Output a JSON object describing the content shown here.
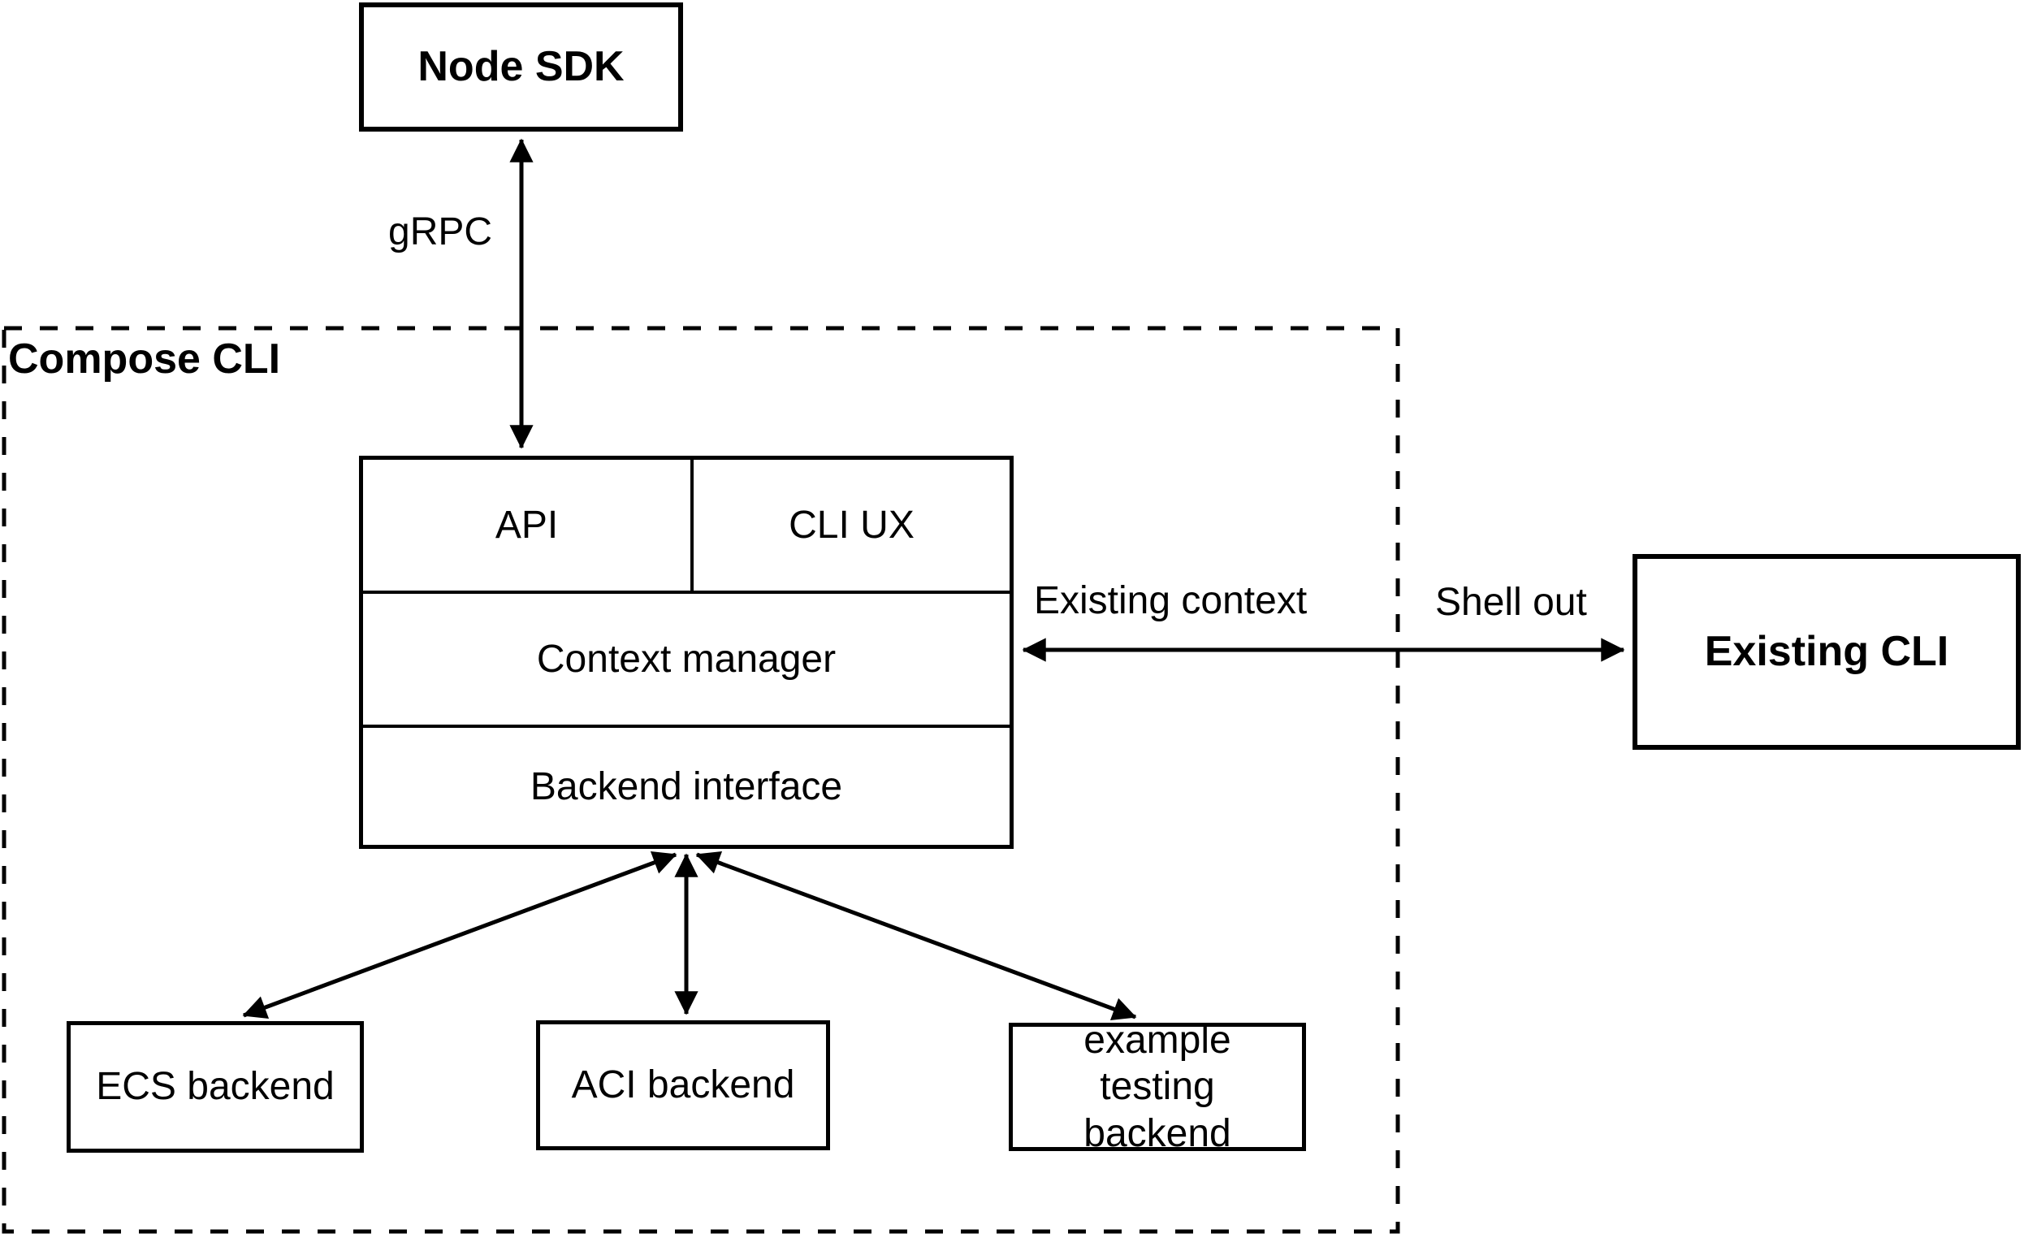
{
  "diagram": {
    "title": "Compose CLI architecture diagram",
    "container": {
      "label": "Compose CLI"
    },
    "nodes": {
      "node_sdk": {
        "label": "Node SDK"
      },
      "api": {
        "label": "API"
      },
      "cli_ux": {
        "label": "CLI UX"
      },
      "context_manager": {
        "label": "Context manager"
      },
      "backend_interface": {
        "label": "Backend interface"
      },
      "ecs_backend": {
        "label": "ECS backend"
      },
      "aci_backend": {
        "label": "ACI backend"
      },
      "example_testing_backend": {
        "label": "example testing backend"
      },
      "existing_cli": {
        "label": "Existing CLI"
      }
    },
    "edges": {
      "grpc": {
        "label": "gRPC",
        "from": "Node SDK",
        "to": "API",
        "direction": "bidirectional"
      },
      "existing_context": {
        "label": "Existing context",
        "from": "Context manager",
        "to": "Existing CLI",
        "direction": "bidirectional"
      },
      "shell_out": {
        "label": "Shell out",
        "from": "Context manager",
        "to": "Existing CLI",
        "direction": "bidirectional"
      },
      "to_ecs": {
        "from": "Backend interface",
        "to": "ECS backend",
        "direction": "bidirectional"
      },
      "to_aci": {
        "from": "Backend interface",
        "to": "ACI backend",
        "direction": "bidirectional"
      },
      "to_example": {
        "from": "Backend interface",
        "to": "example testing backend",
        "direction": "bidirectional"
      }
    },
    "colors": {
      "stroke": "#000000",
      "background": "#ffffff"
    }
  }
}
